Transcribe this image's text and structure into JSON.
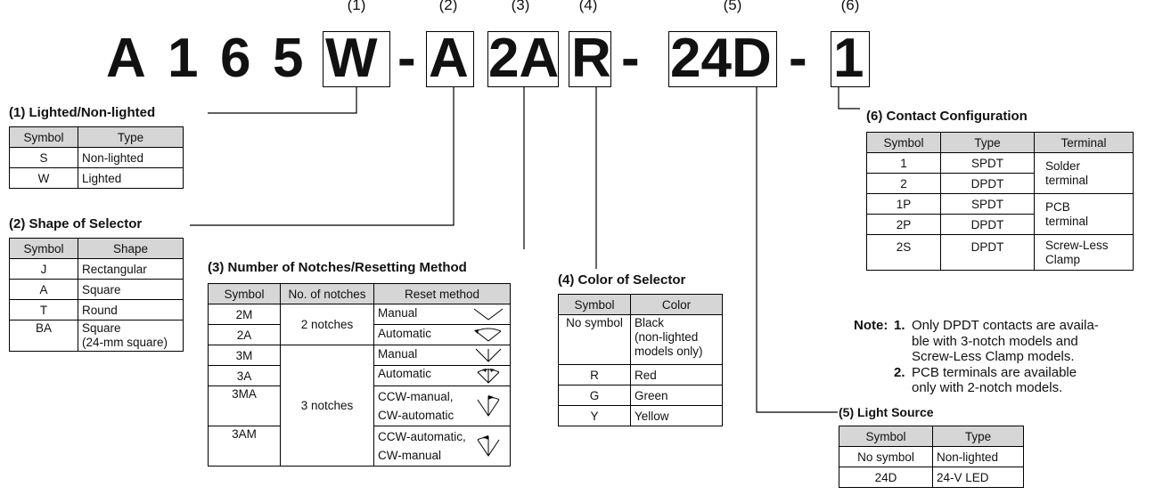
{
  "part_number": {
    "prefix_chars": [
      "A",
      "1",
      "6",
      "5"
    ],
    "dash": "-",
    "segments": [
      {
        "num": "(1)",
        "code": "W"
      },
      {
        "num": "(2)",
        "code": "A"
      },
      {
        "num": "(3)",
        "code": "2A"
      },
      {
        "num": "(4)",
        "code": "R"
      },
      {
        "num": "(5)",
        "code": "24D"
      },
      {
        "num": "(6)",
        "code": "1"
      }
    ]
  },
  "s1": {
    "title": "(1)  Lighted/Non-lighted",
    "headers": [
      "Symbol",
      "Type"
    ],
    "rows": [
      [
        "S",
        "Non-lighted"
      ],
      [
        "W",
        "Lighted"
      ]
    ]
  },
  "s2": {
    "title": "(2)  Shape of Selector",
    "headers": [
      "Symbol",
      "Shape"
    ],
    "rows": [
      [
        "J",
        "Rectangular"
      ],
      [
        "A",
        "Square"
      ],
      [
        "T",
        "Round"
      ],
      [
        "BA",
        "Square",
        "(24-mm square)"
      ]
    ]
  },
  "s3": {
    "title": "(3)  Number of Notches/Resetting Method",
    "headers": [
      "Symbol",
      "No. of notches",
      "Reset method"
    ],
    "notches2": "2 notches",
    "notches3": "3 notches",
    "rows": [
      {
        "symbol": "2M",
        "method": "Manual",
        "icon": "v-manual-icon"
      },
      {
        "symbol": "2A",
        "method": "Automatic",
        "icon": "v-automatic-icon"
      },
      {
        "symbol": "3M",
        "method": "Manual",
        "icon": "v-down-manual-icon"
      },
      {
        "symbol": "3A",
        "method": "Automatic",
        "icon": "v-down-automatic-icon"
      },
      {
        "symbol": "3MA",
        "method1": "CCW-manual,",
        "method2": "CW-automatic",
        "icon": "ccw-manual-cw-auto-icon"
      },
      {
        "symbol": "3AM",
        "method1": "CCW-automatic,",
        "method2": "CW-manual",
        "icon": "ccw-auto-cw-manual-icon"
      }
    ]
  },
  "s4": {
    "title": "(4)  Color of Selector",
    "headers": [
      "Symbol",
      "Color"
    ],
    "rows": [
      {
        "symbol": "No symbol",
        "l1": "Black",
        "l2": "(non-lighted",
        "l3": "models only)"
      },
      {
        "symbol": "R",
        "l1": "Red"
      },
      {
        "symbol": "G",
        "l1": "Green"
      },
      {
        "symbol": "Y",
        "l1": "Yellow"
      }
    ]
  },
  "s5": {
    "title": "(5)  Light Source",
    "headers": [
      "Symbol",
      "Type"
    ],
    "rows": [
      [
        "No symbol",
        "Non-lighted"
      ],
      [
        "24D",
        "24-V LED"
      ]
    ]
  },
  "s6": {
    "title": "(6)  Contact Configuration",
    "headers": [
      "Symbol",
      "Type",
      "Terminal"
    ],
    "rows": [
      [
        "1",
        "SPDT"
      ],
      [
        "2",
        "DPDT"
      ],
      [
        "1P",
        "SPDT"
      ],
      [
        "2P",
        "DPDT"
      ],
      [
        "2S",
        "DPDT"
      ]
    ],
    "terminals": {
      "solder1": "Solder",
      "solder2": "terminal",
      "pcb1": "PCB",
      "pcb2": "terminal",
      "screw1": "Screw-Less",
      "screw2": "Clamp"
    }
  },
  "note": {
    "label": "Note:",
    "n1_num": "1.",
    "n1_l1": "Only DPDT contacts are availa-",
    "n1_l2": "ble with 3-notch models and",
    "n1_l3": "Screw-Less Clamp models.",
    "n2_num": "2.",
    "n2_l1": "PCB terminals are available",
    "n2_l2": "only with 2-notch models."
  }
}
